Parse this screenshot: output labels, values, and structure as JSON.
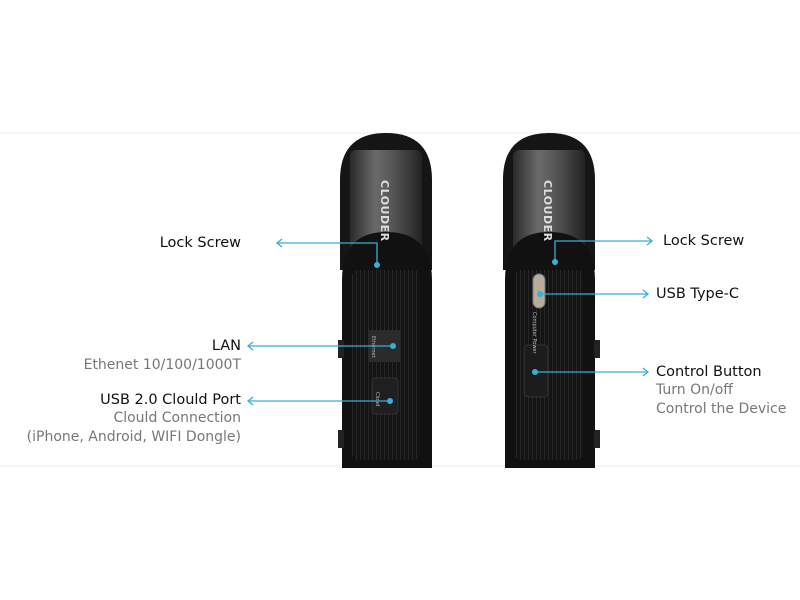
{
  "device_logo": "CLOUDER",
  "port_labels": {
    "ethernet": "Ethernet",
    "cloud": "Cloud",
    "power": "Computer Power"
  },
  "left_callouts": {
    "lock_screw": "Lock Screw",
    "lan": {
      "title": "LAN",
      "sub": "Ethenet 10/100/1000T"
    },
    "usb": {
      "title": "USB 2.0 Clould Port",
      "sub1": "Clould Connection",
      "sub2": "(iPhone, Android, WIFI Dongle)"
    }
  },
  "right_callouts": {
    "lock_screw": "Lock Screw",
    "usb_c": "USB Type-C",
    "control": {
      "title": "Control Button",
      "sub1": "Turn On/off",
      "sub2": "Control the Device"
    }
  },
  "colors": {
    "accent": "#3aaed8",
    "device": "#1a1a1a",
    "text": "#111111",
    "subtext": "#777777"
  }
}
